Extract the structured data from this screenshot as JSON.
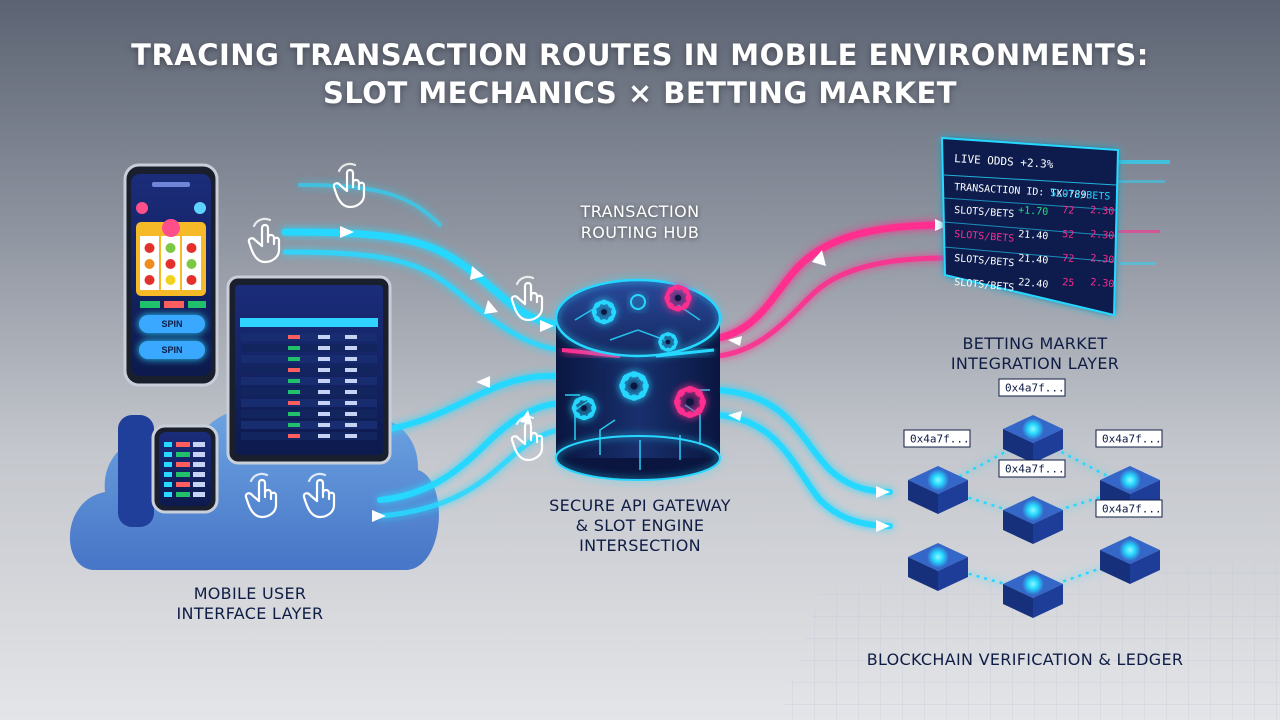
{
  "title": {
    "line1": "TRACING TRANSACTION ROUTES IN MOBILE ENVIRONMENTS:",
    "line2": "SLOT MECHANICS × BETTING MARKET"
  },
  "hub": {
    "label_line1": "TRANSACTION",
    "label_line2": "ROUTING HUB",
    "gateway_line1": "SECURE API GATEWAY",
    "gateway_line2": "& SLOT ENGINE",
    "gateway_line3": "INTERSECTION"
  },
  "mobile_layer": {
    "label_line1": "MOBILE USER",
    "label_line2": "INTERFACE LAYER",
    "spin_label": "SPIN"
  },
  "betting_layer": {
    "label_line1": "BETTING MARKET",
    "label_line2": "INTEGRATION LAYER",
    "live_odds": "LIVE ODDS  +2.3%",
    "transaction_id": "TRANSACTION ID: TX-789",
    "header_tag": "SLOTS/BETS",
    "rows": [
      {
        "name": "SLOTS/BETS",
        "v1": "+1.70",
        "v2": "72",
        "v3": "2.30"
      },
      {
        "name": "SLOTS/BETS",
        "v1": "21.40",
        "v2": "52",
        "v3": "2.30"
      },
      {
        "name": "SLOTS/BETS",
        "v1": "21.40",
        "v2": "72",
        "v3": "2.30"
      },
      {
        "name": "SLOTS/BETS",
        "v1": "22.40",
        "v2": "25",
        "v3": "2.30"
      }
    ]
  },
  "blockchain": {
    "label": "BLOCKCHAIN VERIFICATION & LEDGER",
    "hash": "0x4a7f..."
  },
  "colors": {
    "cyan": "#27d8ff",
    "magenta": "#ff2d8f",
    "navy": "#0f1d45"
  }
}
